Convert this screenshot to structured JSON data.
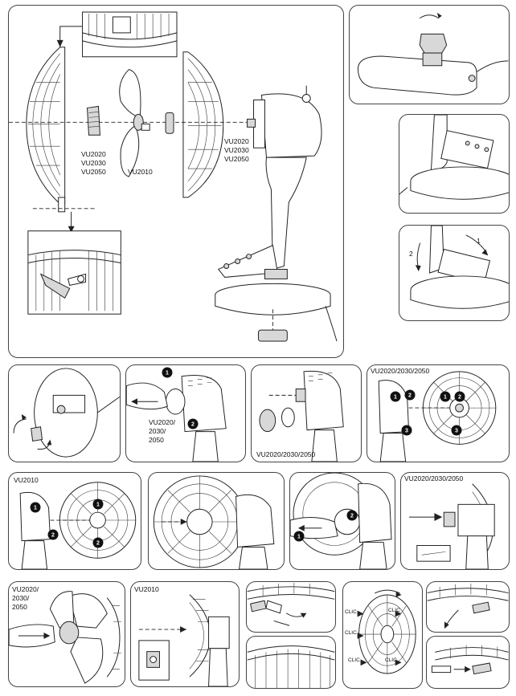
{
  "main_labels": {
    "vu_guard": [
      "VU2020",
      "VU2030",
      "VU2050"
    ],
    "vu2010": "VU2010",
    "vu_right": [
      "VU2020",
      "VU2030",
      "VU2050"
    ]
  },
  "step_labels": {
    "p2_2": [
      "VU2020/",
      "2030/",
      "2050"
    ],
    "p2_3": "VU2020/2030/2050",
    "p2_4": "VU2020/2030/2050",
    "p3_1": "VU2010",
    "p3_4": "VU2020/2030/2050",
    "p4_1": [
      "VU2020/",
      "2030/",
      "2050"
    ],
    "p4_2": "VU2010",
    "clic": "CLIC",
    "num1": "1",
    "num2": "2",
    "num3": "3"
  }
}
